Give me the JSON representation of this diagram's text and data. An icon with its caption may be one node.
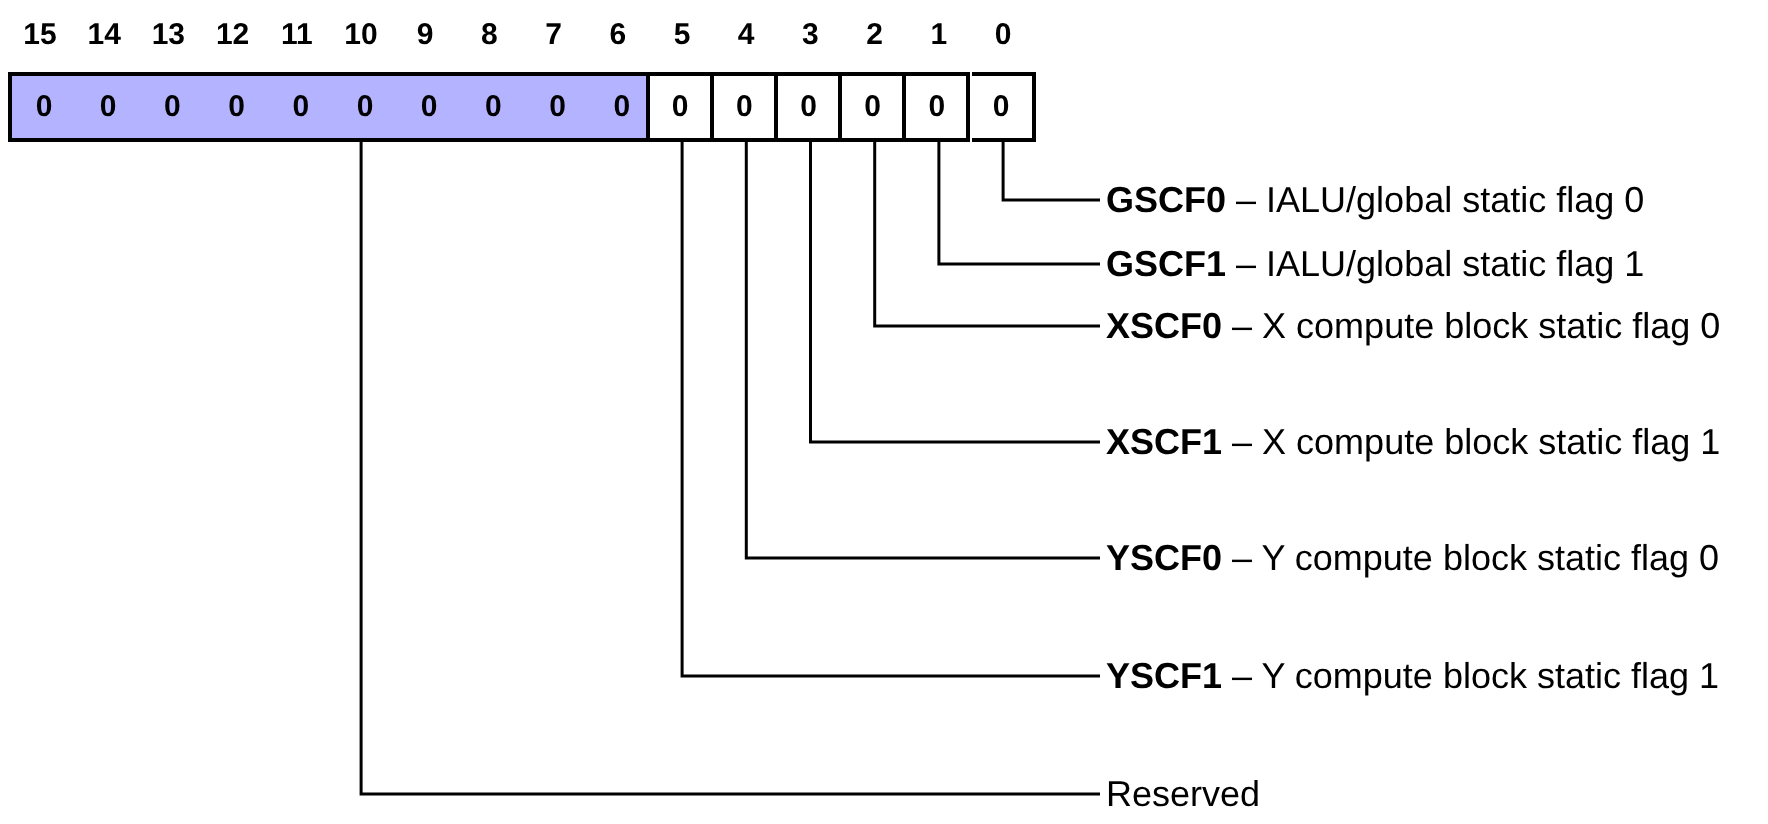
{
  "diagram": {
    "nodes": [
      {
        "text": [
          "0",
          "0",
          "0",
          "0",
          "0",
          "0",
          "0",
          "0",
          "0",
          "0"
        ]
      },
      {
        "text": [
          "0"
        ]
      },
      {
        "text": [
          "0"
        ]
      },
      {
        "text": [
          "0"
        ]
      },
      {
        "text": [
          "0"
        ]
      },
      {
        "text": [
          "0"
        ]
      },
      {
        "text": [
          "0"
        ]
      },
      {
        "text": [
          "**GSCF0** – IALU/global static flag 0"
        ]
      },
      {
        "text": [
          "**GSCF1** – IALU/global static flag 1"
        ]
      },
      {
        "text": [
          "**XSCF0** – X compute block static flag 0"
        ]
      },
      {
        "text": [
          "**XSCF1** – X compute block static flag 1"
        ]
      },
      {
        "text": [
          "**YSCF0** – Y compute block static flag 0"
        ]
      },
      {
        "text": [
          "**YSCF1** – Y compute block static flag 1"
        ]
      },
      {
        "text": [
          "Reserved"
        ]
      }
    ],
    "edges": [
      {
        "from": 7,
        "to": 6,
        "arrow": "none"
      },
      {
        "from": 8,
        "to": 5,
        "arrow": "none"
      },
      {
        "from": 9,
        "to": 4,
        "arrow": "none"
      },
      {
        "from": 10,
        "to": 3,
        "arrow": "none"
      },
      {
        "from": 11,
        "to": 2,
        "arrow": "none"
      },
      {
        "from": 12,
        "to": 1,
        "arrow": "none"
      },
      {
        "from": 13,
        "to": 0,
        "arrow": "none"
      }
    ],
    "labels": [
      "15",
      "14",
      "13",
      "12",
      "11",
      "10",
      "9",
      "8",
      "7",
      "6",
      "5",
      "4",
      "3",
      "2",
      "1",
      "0"
    ]
  }
}
